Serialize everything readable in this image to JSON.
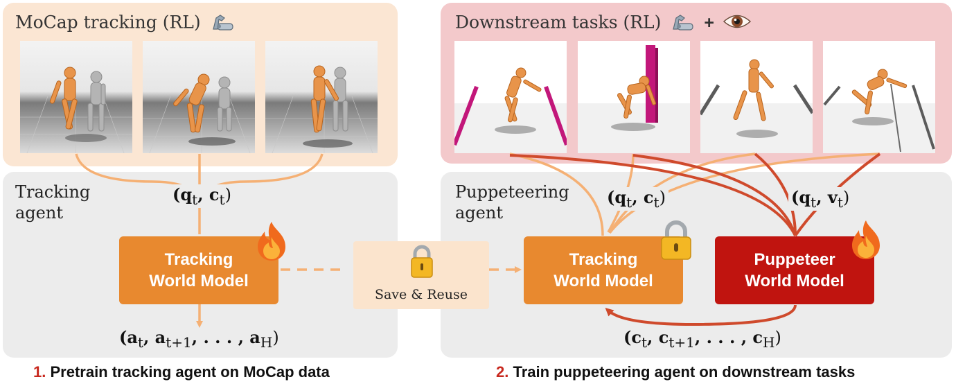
{
  "left_panel": {
    "title": "MoCap tracking (RL)",
    "icon": "flexed-robot-arm-icon",
    "agent_label_1": "Tracking",
    "agent_label_2": "agent",
    "input_label": "(q",
    "input_sub_t": "t",
    "input_mid": ", c",
    "input_sub_t2": "t",
    "input_end": ")",
    "box_line1": "Tracking",
    "box_line2": "World Model",
    "box_badge": "fire-icon",
    "output_prefix": "(a",
    "output_s1": "t",
    "output_m1": ", a",
    "output_s2": "t+1",
    "output_m2": ", . . . , a",
    "output_s3": "H",
    "output_end": ")"
  },
  "middle": {
    "icon": "padlock-icon",
    "label": "Save & Reuse"
  },
  "right_panel": {
    "title": "Downstream tasks (RL)",
    "plus": "+",
    "icon1": "flexed-robot-arm-icon",
    "icon2": "eye-icon",
    "agent_label_1": "Puppeteering",
    "agent_label_2": "agent",
    "input1_a": "(q",
    "input1_s1": "t",
    "input1_b": ", c",
    "input1_s2": "t",
    "input1_c": ")",
    "input2_a": "(q",
    "input2_s1": "t",
    "input2_b": ", v",
    "input2_s2": "t",
    "input2_c": ")",
    "tracking_box_line1": "Tracking",
    "tracking_box_line2": "World Model",
    "puppeteer_box_line1": "Puppeteer",
    "puppeteer_box_line2": "World Model",
    "cmd_a": "(c",
    "cmd_s1": "t",
    "cmd_b": ", c",
    "cmd_s2": "t+1",
    "cmd_c": ", . . . , c",
    "cmd_s3": "H",
    "cmd_d": ")"
  },
  "captions": {
    "left_num": "1.",
    "left_text": " Pretrain tracking agent on MoCap data",
    "right_num": "2.",
    "right_text": " Train puppeteering agent on downstream tasks"
  },
  "colors": {
    "left_top_bg": "#fbe6d3",
    "right_top_bg": "#f3c9cb",
    "agent_bg": "#ececec",
    "orange_box": "#e8892f",
    "red_box": "#c0140f",
    "save_bg": "#fbe4cd",
    "light_orange_line": "#f5b074",
    "red_line": "#cf4a2c"
  }
}
